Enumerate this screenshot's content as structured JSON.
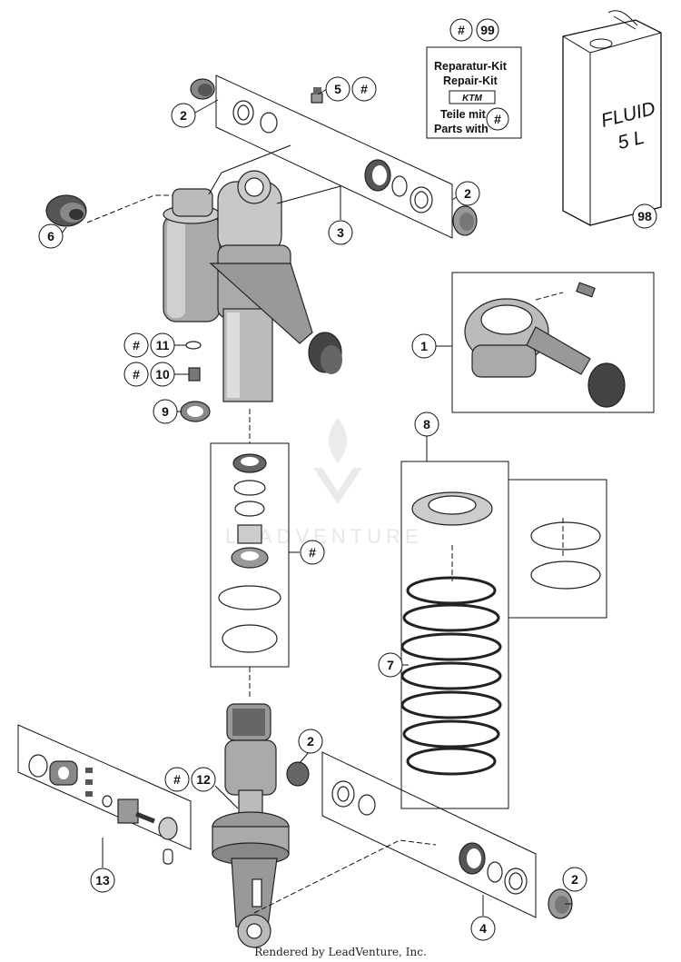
{
  "callouts": {
    "c1": "1",
    "c2a": "2",
    "c2b": "2",
    "c2c": "2",
    "c2d": "2",
    "c3": "3",
    "c4": "4",
    "c5": "5",
    "c6": "6",
    "c7": "7",
    "c8": "8",
    "c9": "9",
    "c10": "10",
    "c11": "11",
    "c12": "12",
    "c13": "13",
    "c98": "98",
    "c99": "99",
    "hash": "#"
  },
  "repair_kit": {
    "line1": "Reparatur-Kit",
    "line2": "Repair-Kit",
    "brand": "KTM",
    "line3": "Teile mit",
    "line4": "Parts with"
  },
  "fluid_can": {
    "line1": "FLUID",
    "line2": "5 L"
  },
  "watermark": "LEADVENTURE",
  "footer": "Rendered by LeadVenture, Inc."
}
